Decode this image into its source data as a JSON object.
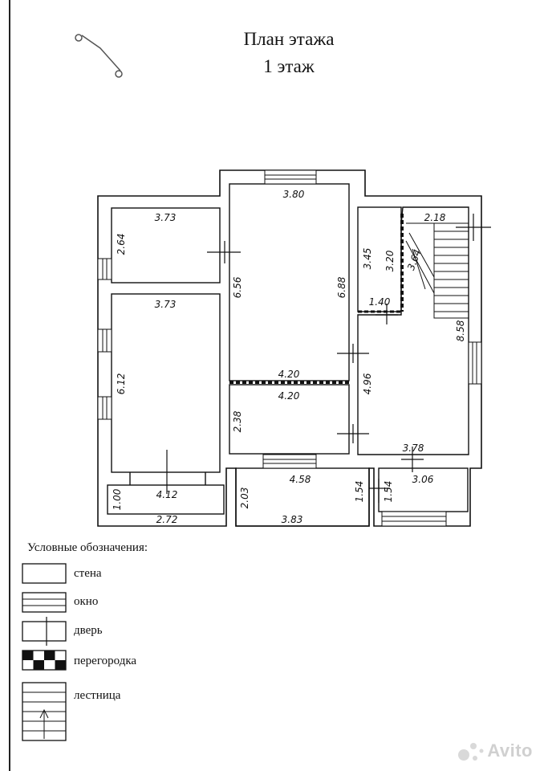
{
  "header": {
    "title_line1": "План этажа",
    "title_line2": "1 этаж"
  },
  "dimensions": {
    "room_a_width": "3.73",
    "room_a_height": "2.64",
    "room_b_width": "3.73",
    "room_b_height": "6.12",
    "room_c_top_width": "3.80",
    "room_c_left_height": "6.56",
    "room_c_right_height": "6.88",
    "room_c_bottom_width": "4.20",
    "room_d_top_width": "4.20",
    "room_d_height": "2.38",
    "closet_height_outer": "3.45",
    "closet_height_inner": "3.20",
    "closet_width": "1.40",
    "stair_width": "2.18",
    "stair_diag": "3.64",
    "hall_height_outer": "8.58",
    "hall_height": "4.96",
    "hall_width": "3.78",
    "porch_height": "1.00",
    "porch_top_width": "4.12",
    "porch_bottom_width": "2.72",
    "room_e_height": "2.03",
    "room_e_top_width": "4.58",
    "room_e_bottom_width": "3.83",
    "room_e_right_height": "1.54",
    "room_f_height": "1.54",
    "room_f_width": "3.06"
  },
  "legend": {
    "heading": "Условные обозначения:",
    "items": [
      {
        "label": "стена"
      },
      {
        "label": "окно"
      },
      {
        "label": "дверь"
      },
      {
        "label": "перегородка"
      },
      {
        "label": "лестница"
      }
    ]
  },
  "watermark": {
    "text": "Avito"
  }
}
